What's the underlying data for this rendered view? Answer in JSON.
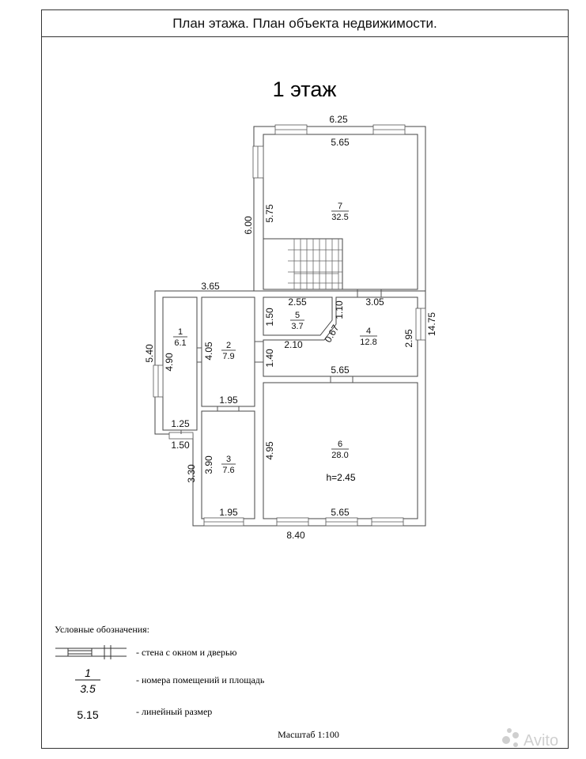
{
  "header": {
    "title": "План этажа. План объекта недвижимости."
  },
  "floor_label": "1 этаж",
  "dimensions": {
    "top_outer": "6.25",
    "top_inner": "5.65",
    "left_outer_upper": "6.00",
    "left_inner_upper": "5.75",
    "hall_top": "3.65",
    "room1_outer_height": "5.40",
    "room1_inner_height": "4.90",
    "room1_bottom_inner": "1.25",
    "room1_bottom_outer": "1.50",
    "room2_height": "4.05",
    "room2_bottom": "1.95",
    "room3_height": "3.90",
    "room3_outer_height": "3.30",
    "room3_bottom": "1.95",
    "room5_width": "2.55",
    "room5_height": "1.50",
    "room5_right": "1.10",
    "room5_diag": "0.67",
    "room5_bottom": "2.10",
    "room4_top": "3.05",
    "room4_height": "2.95",
    "passage_height": "1.40",
    "right_total": "14.75",
    "room4_bottom": "5.65",
    "room6_height": "4.95",
    "room6_bottom": "5.65",
    "total_bottom": "8.40"
  },
  "rooms": [
    {
      "num": "1",
      "area": "6.1"
    },
    {
      "num": "2",
      "area": "7.9"
    },
    {
      "num": "3",
      "area": "7.6"
    },
    {
      "num": "4",
      "area": "12.8"
    },
    {
      "num": "5",
      "area": "3.7"
    },
    {
      "num": "6",
      "area": "28.0"
    },
    {
      "num": "7",
      "area": "32.5"
    }
  ],
  "ceiling_height": "h=2.45",
  "legend": {
    "title": "Условные обозначения:",
    "wall_label": "- стена с окном и дверью",
    "room_num_example": "1",
    "room_area_example": "3.5",
    "room_label": "- номера помещений и площадь",
    "linear_example": "5.15",
    "linear_label": "- линейный размер"
  },
  "scale": "Масштаб 1:100",
  "watermark": "Avito"
}
